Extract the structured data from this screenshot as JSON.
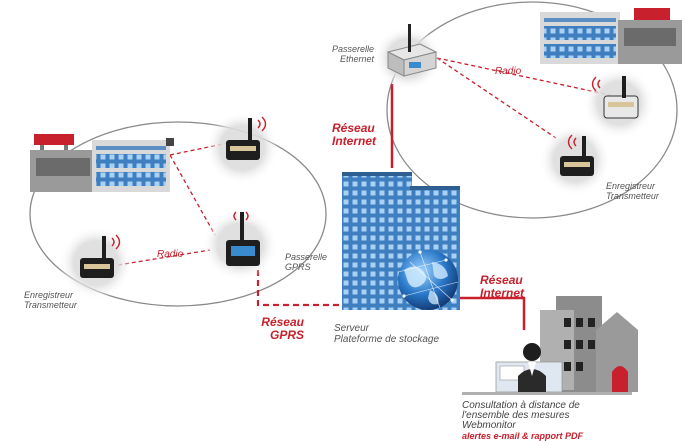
{
  "labels": {
    "gateway_ethernet": [
      "Passerelle",
      "Ethernet"
    ],
    "gateway_gprs": [
      "Passerelle",
      "GPRS"
    ],
    "logger_left": [
      "Enregistreur",
      "Transmetteur"
    ],
    "logger_right": [
      "Enregistreur",
      "Transmetteur"
    ],
    "server": [
      "Serveur",
      "Plateforme de stockage"
    ],
    "radio_left": "Radio",
    "radio_right": "Radio",
    "network_top": [
      "Réseau",
      "Internet"
    ],
    "network_right": [
      "Réseau",
      "Internet"
    ],
    "network_gprs": [
      "Réseau",
      "GPRS"
    ],
    "consultation": [
      "Consultation à distance de",
      "l'ensemble des mesures",
      "Webmonitor"
    ],
    "consultation_alerts": "alertes e-mail & rapport PDF"
  },
  "colors": {
    "accent_red": "#c8202c",
    "text_gray": "#555555",
    "building_blue": "#5b8fc4",
    "building_gray": "#8c8c8c",
    "circle_gray": "#8a8a8a"
  },
  "icons": [
    "building-icon",
    "gateway-ethernet-icon",
    "gateway-gprs-icon",
    "data-logger-icon",
    "server-tower-icon",
    "globe-icon",
    "user-icon",
    "factory-icon"
  ]
}
